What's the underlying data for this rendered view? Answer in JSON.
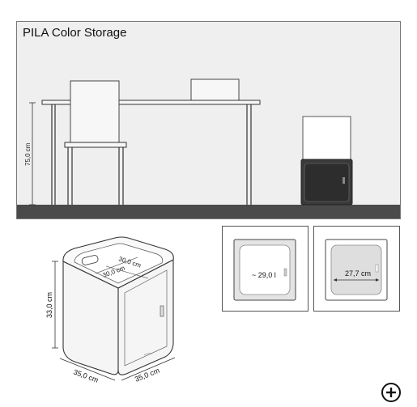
{
  "title": "PILA Color Storage",
  "scene": {
    "height_label": "75,0 cm"
  },
  "product_dims": {
    "height_label": "33,0 cm",
    "depth_label": "35,0 cm",
    "width_label": "35,0 cm",
    "top_width_label": "30,0 cm",
    "top_depth_label": "30,0 cm"
  },
  "details": {
    "volume_label": "~ 29,0 l",
    "inner_width_label": "27,7 cm"
  },
  "icons": {
    "zoom": "zoom-plus-icon"
  },
  "colors": {
    "wall": "#efefef",
    "floor": "#4a4a4a",
    "cabinet_door": "#3a3a3a"
  }
}
